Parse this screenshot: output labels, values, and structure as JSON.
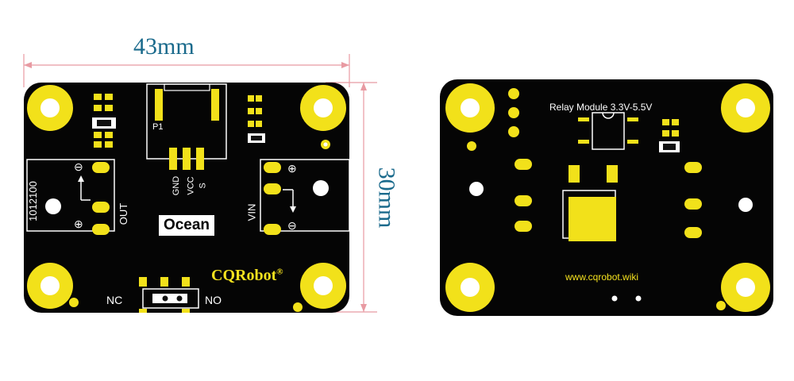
{
  "dimensions": {
    "width_label": "43mm",
    "height_label": "30mm",
    "line_color": "#e89aa2"
  },
  "front_board": {
    "connector_label": "P1",
    "pin_labels": [
      "GND",
      "VCC",
      "S"
    ],
    "part_number": "1012100",
    "out_label": "OUT",
    "vin_label": "VIN",
    "plus_symbol": "⊕",
    "minus_symbol": "⊖",
    "ocean_label": "Ocean",
    "brand": "CQRobot",
    "registered_mark": "®",
    "nc_label": "NC",
    "no_label": "NO"
  },
  "back_board": {
    "title": "Relay Module 3.3V-5.5V",
    "url": "www.cqrobot.wiki"
  },
  "colors": {
    "pcb": "#050505",
    "pad_gold": "#f2e11a",
    "silkscreen": "#ffffff",
    "brand_yellow": "#f5e21e",
    "dimension_text": "#1a6a8c"
  }
}
